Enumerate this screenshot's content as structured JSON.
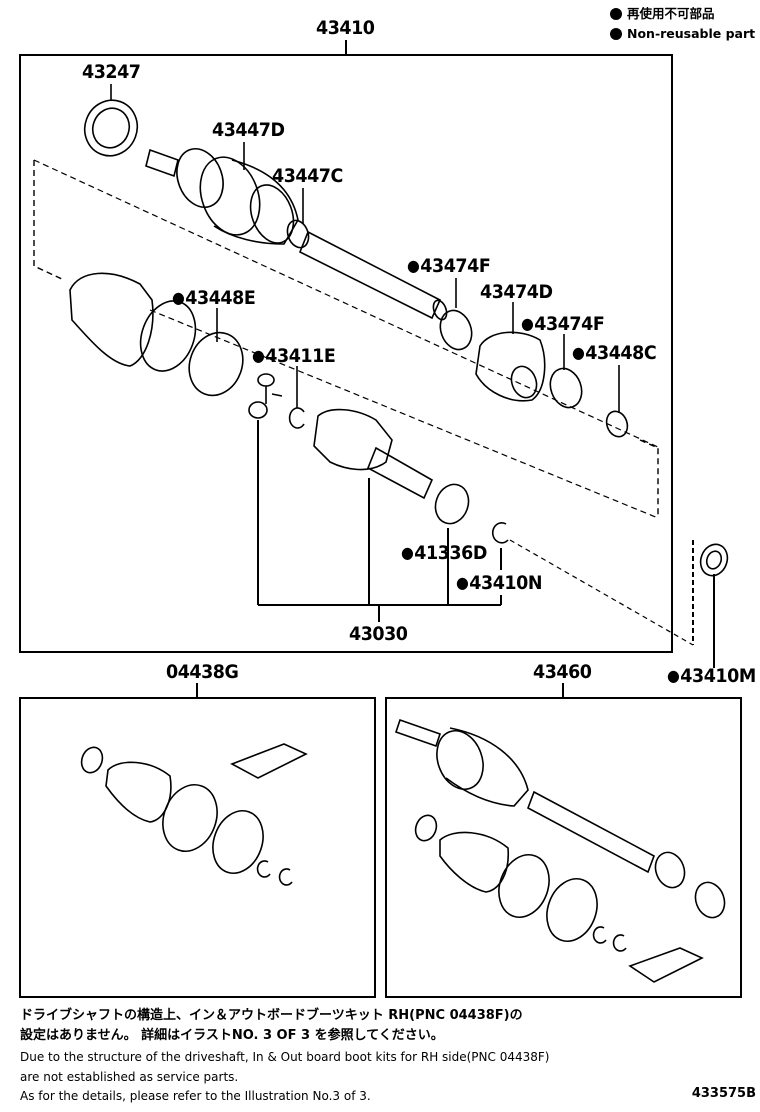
{
  "legend": {
    "items": [
      {
        "icon": "filled-circle-icon",
        "label": "再使用不可部品"
      },
      {
        "icon": "filled-circle-icon",
        "label": "Non-reusable part"
      }
    ]
  },
  "main_assembly": {
    "part_number": "43410",
    "parts": [
      {
        "id": "43247",
        "non_reusable": false,
        "label": "43247"
      },
      {
        "id": "43447D",
        "non_reusable": false,
        "label": "43447D"
      },
      {
        "id": "43447C",
        "non_reusable": false,
        "label": "43447C"
      },
      {
        "id": "43474F_a",
        "non_reusable": true,
        "label": "43474F"
      },
      {
        "id": "43474D",
        "non_reusable": false,
        "label": "43474D"
      },
      {
        "id": "43474F_b",
        "non_reusable": true,
        "label": "43474F"
      },
      {
        "id": "43448C",
        "non_reusable": true,
        "label": "43448C"
      },
      {
        "id": "43448E",
        "non_reusable": true,
        "label": "43448E"
      },
      {
        "id": "43411E",
        "non_reusable": true,
        "label": "43411E"
      },
      {
        "id": "41336D",
        "non_reusable": true,
        "label": "41336D"
      },
      {
        "id": "43410N",
        "non_reusable": true,
        "label": "43410N"
      },
      {
        "id": "43030",
        "non_reusable": false,
        "label": "43030"
      }
    ]
  },
  "external_part": {
    "id": "43410M",
    "non_reusable": true,
    "label": "43410M"
  },
  "kit_left": {
    "part_number": "04438G"
  },
  "kit_right": {
    "part_number": "43460"
  },
  "notes": {
    "jp_line1": "ドライブシャフトの構造上、イン＆アウトボードブーツキット  RH(PNC 04438F)の",
    "jp_line2": "設定はありません。 詳細はイラストNO. 3 OF 3 を参照してください。",
    "en_line1": "Due to the structure of the driveshaft, In & Out board boot kits for RH side(PNC 04438F)",
    "en_line2": "are not established as service parts.",
    "en_line3": "As for the details, please refer to the Illustration No.3 of 3."
  },
  "illustration_ref": "433575B"
}
